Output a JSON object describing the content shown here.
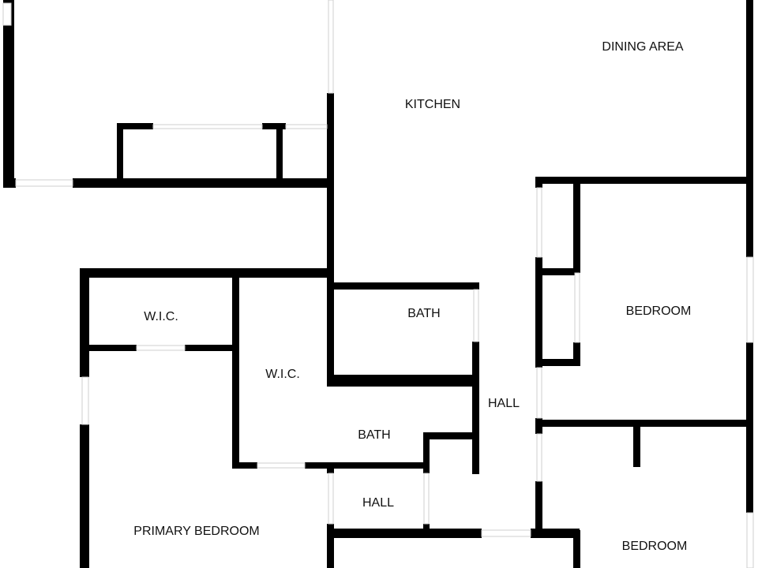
{
  "rooms": {
    "dining_area": "DINING AREA",
    "kitchen": "KITCHEN",
    "wic_left": "W.I.C.",
    "wic_center": "W.I.C.",
    "bath_upper": "BATH",
    "bath_lower": "BATH",
    "hall_right": "HALL",
    "hall_lower": "HALL",
    "bedroom_upper": "BEDROOM",
    "bedroom_lower": "BEDROOM",
    "primary_bedroom": "PRIMARY BEDROOM"
  },
  "colors": {
    "wall": "#000000",
    "background": "#ffffff",
    "opening_edge": "#cfcfcf"
  }
}
